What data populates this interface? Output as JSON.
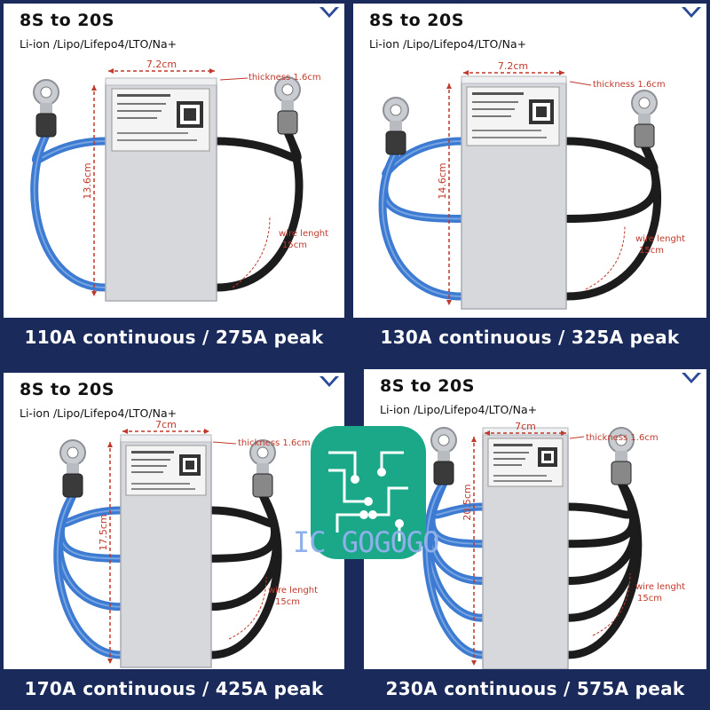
{
  "panels": [
    {
      "id": "p1",
      "title": "8S to 20S",
      "subtitle": "Li-ion /Lipo/Lifepo4/LTO/Na+",
      "width_label": "7.2cm",
      "height_label": "13.6cm",
      "thickness_label": "thickness 1.6cm",
      "wire_label_1": "wire lenght",
      "wire_label_2": "15cm",
      "banner": "110A continuous / 275A peak",
      "wires_per_side": 2
    },
    {
      "id": "p2",
      "title": "8S to 20S",
      "subtitle": "Li-ion /Lipo/Lifepo4/LTO/Na+",
      "width_label": "7.2cm",
      "height_label": "14.6cm",
      "thickness_label": "thickness 1.6cm",
      "wire_label_1": "wire lenght",
      "wire_label_2": "15cm",
      "banner": "130A continuous / 325A peak",
      "wires_per_side": 3
    },
    {
      "id": "p3",
      "title": "8S to 20S",
      "subtitle": "Li-ion /Lipo/Lifepo4/LTO/Na+",
      "width_label": "7cm",
      "height_label": "17.5cm",
      "thickness_label": "thickness 1.6cm",
      "wire_label_1": "wire lenght",
      "wire_label_2": "15cm",
      "banner": "170A continuous / 425A peak",
      "wires_per_side": 4
    },
    {
      "id": "p4",
      "title": "8S to 20S",
      "subtitle": "Li-ion /Lipo/Lifepo4/LTO/Na+",
      "width_label": "7cm",
      "height_label": "20.5cm",
      "thickness_label": "thickness 1.6cm",
      "wire_label_1": "wire lenght",
      "wire_label_2": "15cm",
      "banner": "230A continuous / 575A peak",
      "wires_per_side": 5
    }
  ],
  "watermark": {
    "text_a": "IC GO",
    "text_b": "GOGO"
  },
  "colors": {
    "banner_bg": "#1a2a5a",
    "dimension_red": "#c0392b",
    "wire_blue": "#3d7ad1",
    "wire_black": "#1c1c1c"
  }
}
